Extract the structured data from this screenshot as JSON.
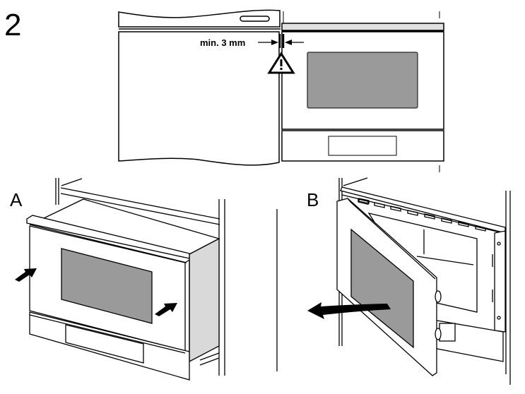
{
  "figure": {
    "step_number": "2",
    "top": {
      "dimension_label": "min. 3 mm",
      "warning_icon": "warning-triangle-icon"
    },
    "panel_a": {
      "label": "A",
      "arrows": "push-arrow-icon"
    },
    "panel_b": {
      "label": "B",
      "arrows": "pull-arrow-icon"
    },
    "colors": {
      "line": "#000000",
      "glass": "#9a9a9a",
      "side": "#d9d9d9",
      "trim": "#e0e0e0",
      "background": "#ffffff"
    }
  }
}
